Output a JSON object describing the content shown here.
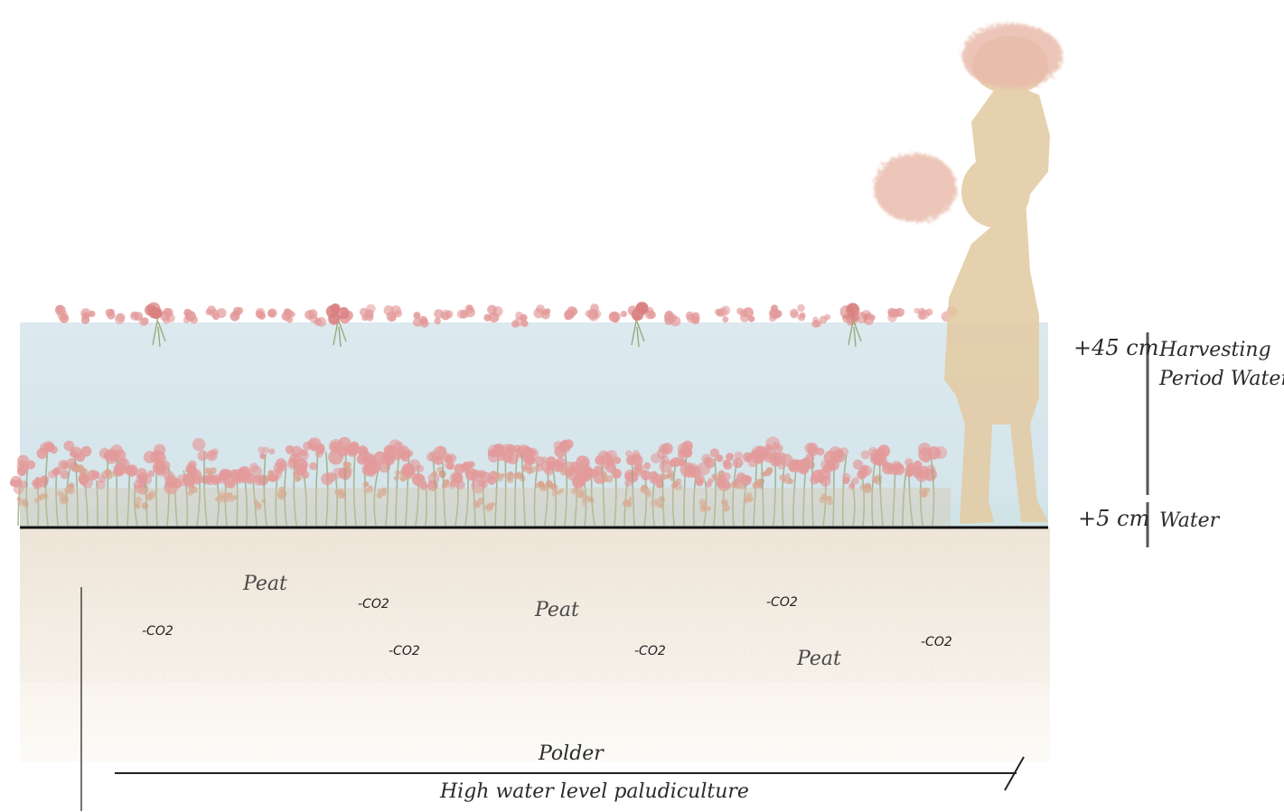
{
  "scale": {
    "high": {
      "level": "+45 cm",
      "description": [
        "Harvesting",
        "Period Water"
      ]
    },
    "low": {
      "level": "+5 cm",
      "description": "Water"
    }
  },
  "soil": {
    "peat_labels": [
      "Peat",
      "Peat",
      "Peat"
    ],
    "co2_labels": [
      "-CO2",
      "-CO2",
      "-CO2",
      "-CO2",
      "-CO2",
      "-CO2"
    ]
  },
  "dimension": {
    "top": "Polder",
    "bottom": "High water level paludiculture"
  },
  "colors": {
    "water": "#dbe9ee",
    "soil": "#f4ede3",
    "soil_speckle": "#d8cbb8",
    "flower": "#e39a9a",
    "stem": "#9aa97c",
    "figure": "#e2caa1",
    "ground_line": "#111111"
  }
}
